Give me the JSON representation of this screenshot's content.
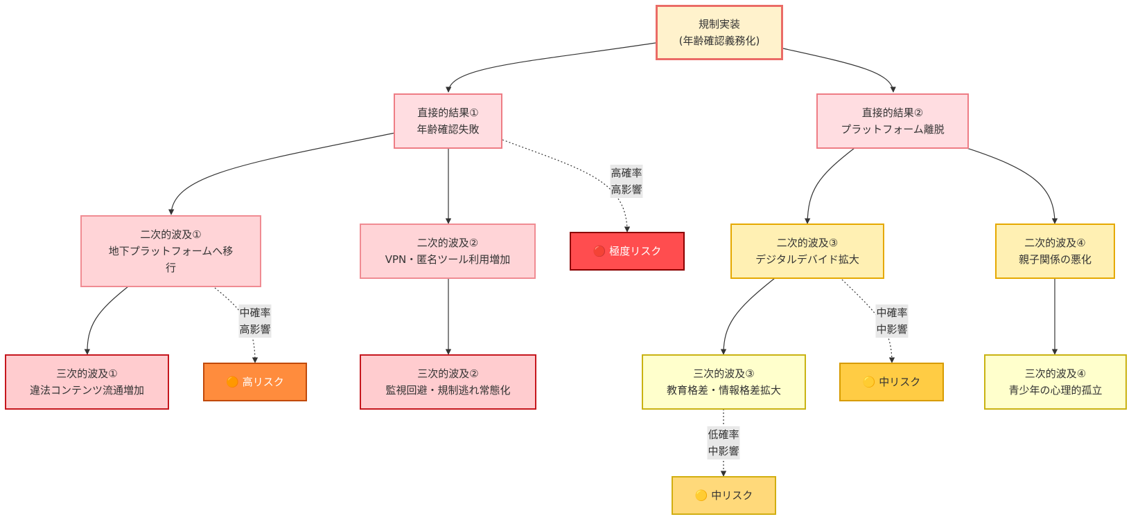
{
  "nodes": {
    "root": [
      "規制実装",
      "(年齢確認義務化)"
    ],
    "direct1": [
      "直接的結果①",
      "年齢確認失敗"
    ],
    "direct2": [
      "直接的結果②",
      "プラットフォーム離脱"
    ],
    "secondary1": [
      "二次的波及①",
      "地下プラットフォームへ移",
      "行"
    ],
    "secondary2": [
      "二次的波及②",
      "VPN・匿名ツール利用増加"
    ],
    "secondary3": [
      "二次的波及③",
      "デジタルデバイド拡大"
    ],
    "secondary4": [
      "二次的波及④",
      "親子関係の悪化"
    ],
    "tertiary1": [
      "三次的波及①",
      "違法コンテンツ流通増加"
    ],
    "tertiary2": [
      "三次的波及②",
      "監視回避・規制逃れ常態化"
    ],
    "tertiary3": [
      "三次的波及③",
      "教育格差・情報格差拡大"
    ],
    "tertiary4": [
      "三次的波及④",
      "青少年の心理的孤立"
    ],
    "risk_extreme": [
      "🔴 極度リスク"
    ],
    "risk_high": [
      "🟠 高リスク"
    ],
    "risk_mid_a": [
      "🟡 中リスク"
    ],
    "risk_mid_b": [
      "🟡 中リスク"
    ]
  },
  "edge_labels": {
    "direct1_to_extreme": [
      "高確率",
      "高影響"
    ],
    "secondary1_to_high": [
      "中確率",
      "高影響"
    ],
    "secondary3_to_mid": [
      "中確率",
      "中影響"
    ],
    "tertiary3_to_mid": [
      "低確率",
      "中影響"
    ]
  },
  "colors": {
    "edge": "#333333",
    "risk_extreme": "#ff4d4f",
    "risk_high": "#ff8c3d",
    "risk_mid": "#ffcc44"
  }
}
